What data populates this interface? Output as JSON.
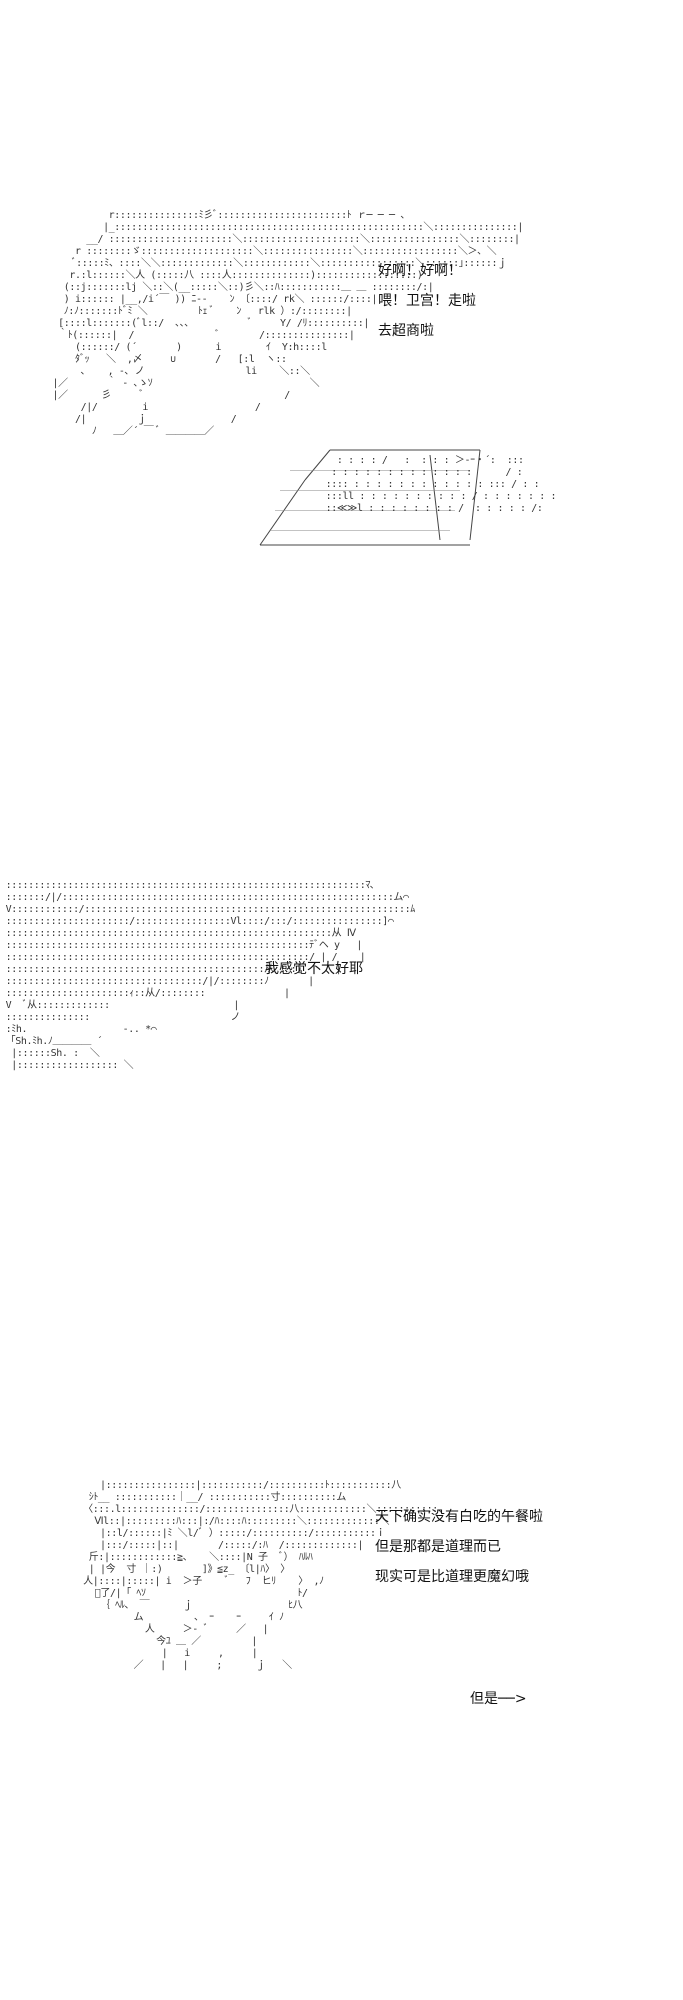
{
  "panels": [
    {
      "dialog": [
        "好啊！好啊！",
        "喂！卫宫！走啦",
        "去超商啦"
      ]
    },
    {
      "dialog": [
        "我感觉不太好耶"
      ]
    },
    {
      "dialog": [
        "天下确实没有白吃的午餐啦",
        "但是那都是道理而已",
        "现实可是比道理更魔幻哦"
      ],
      "trailing": "但是──>"
    }
  ]
}
